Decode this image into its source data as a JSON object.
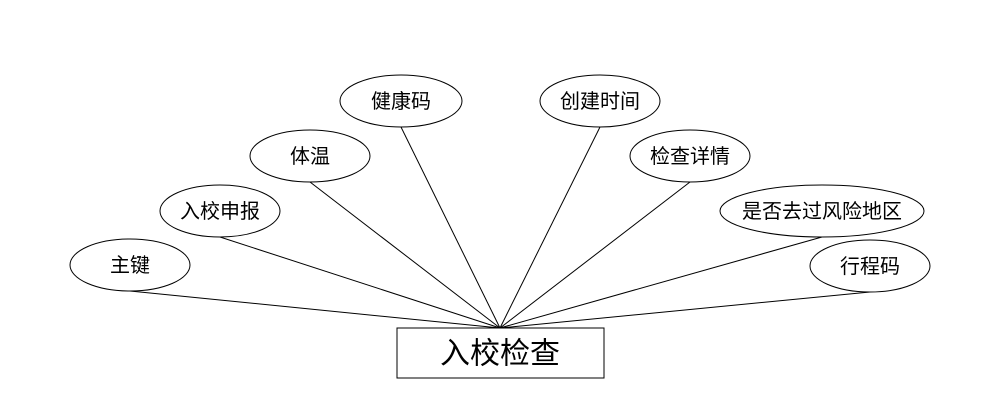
{
  "entity": {
    "label": "入校检查"
  },
  "attributes": [
    {
      "label": "主键"
    },
    {
      "label": "入校申报"
    },
    {
      "label": "体温"
    },
    {
      "label": "健康码"
    },
    {
      "label": "创建时间"
    },
    {
      "label": "检查详情"
    },
    {
      "label": "是否去过风险地区"
    },
    {
      "label": "行程码"
    }
  ],
  "colors": {
    "stroke": "#000000",
    "fill": "#ffffff"
  }
}
